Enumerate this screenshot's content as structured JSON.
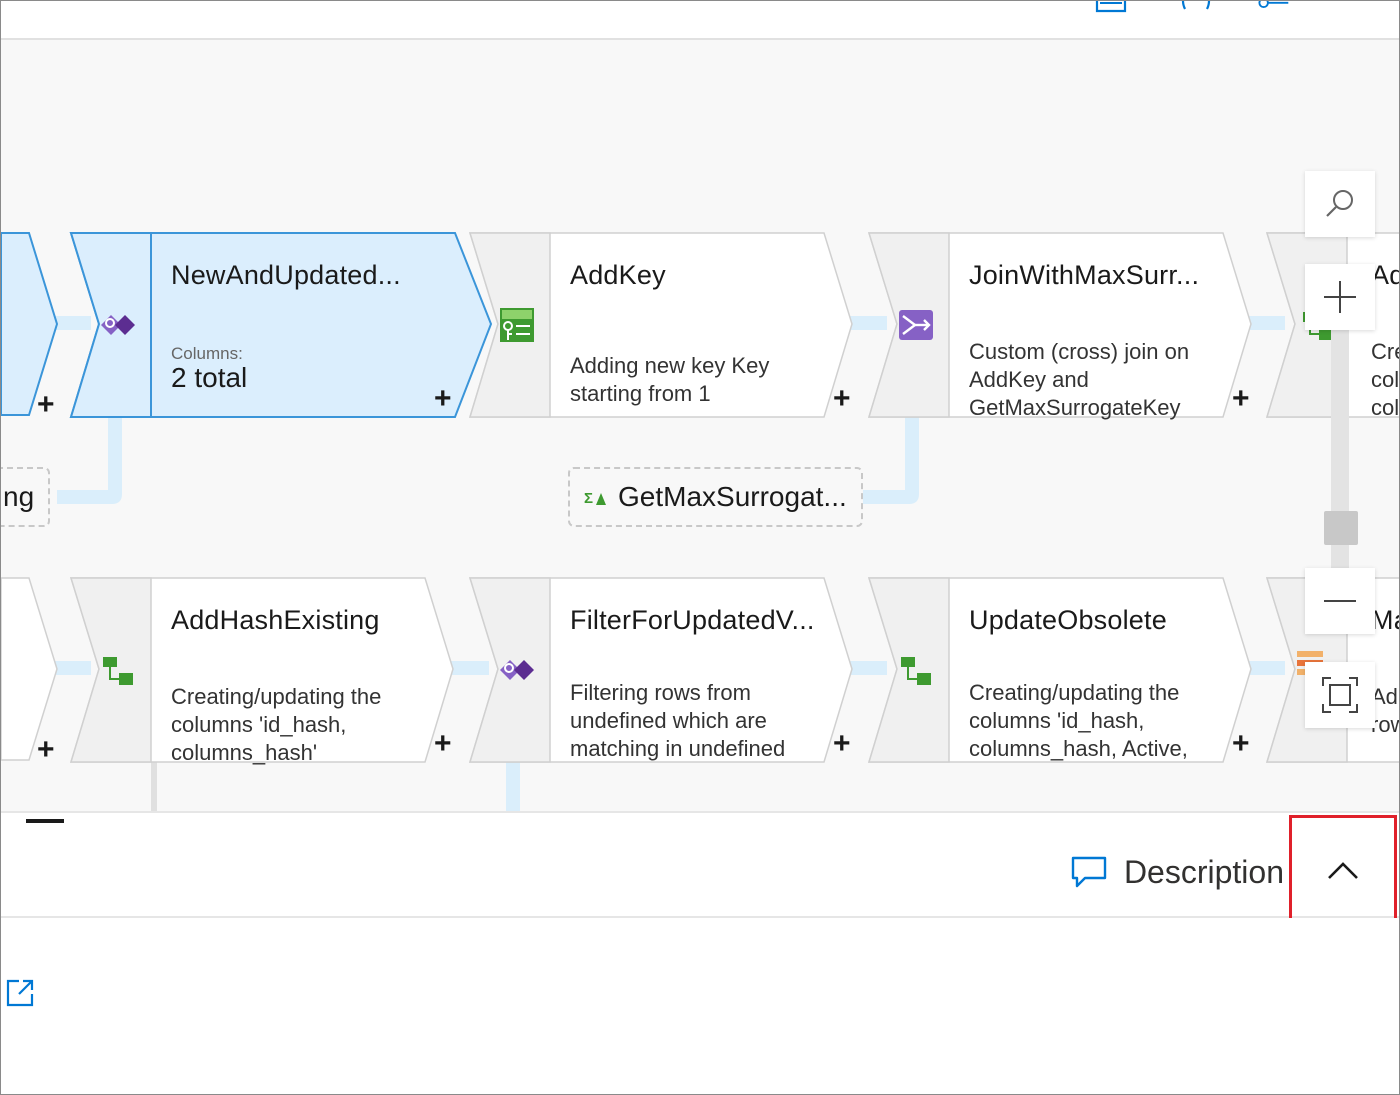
{
  "canvas": {
    "row1": [
      {
        "title": "NewAndUpdated...",
        "columns_label": "Columns:",
        "columns_value": "2 total",
        "icon": "filter-purple-icon",
        "selected": true
      },
      {
        "title": "AddKey",
        "description": "Adding new key Key starting from 1",
        "icon": "surrogate-key-green-icon"
      },
      {
        "title": "JoinWithMaxSurr...",
        "description": "Custom (cross) join on AddKey and GetMaxSurrogateKey",
        "icon": "join-purple-icon"
      },
      {
        "title": "Ad",
        "description": "Cre col col M",
        "icon": "derived-column-icon"
      }
    ],
    "row2": [
      {
        "title": "AddHashExisting",
        "description": "Creating/updating the columns 'id_hash, columns_hash'",
        "icon": "derived-column-icon"
      },
      {
        "title": "FilterForUpdatedV...",
        "description": "Filtering rows from undefined which are matching in undefined based on columns",
        "icon": "filter-purple-icon"
      },
      {
        "title": "UpdateObsolete",
        "description": "Creating/updating the columns 'id_hash, columns_hash, Active, ActiveEndTime'",
        "icon": "derived-column-icon"
      },
      {
        "title": "Ma",
        "description": "Ad row",
        "icon": "alter-row-icon"
      }
    ],
    "ref_nodes": [
      {
        "label": "ng"
      },
      {
        "label": "GetMaxSurrogat...",
        "icon": "aggregate-icon"
      }
    ],
    "plus_symbol": "+"
  },
  "bottom_pane": {
    "description_label": "Description",
    "description_icon": "comment-icon",
    "collapse_icon": "chevron-up-icon",
    "popout_icon": "open-in-new-window-icon"
  },
  "colors": {
    "accent": "#0078d4",
    "selected_fill": "#dbeefd",
    "selected_border": "#3b95d9",
    "connector": "#daeefb",
    "highlight_box": "#e0202a",
    "node_border": "#d0d0d0",
    "node_side": "#f0f0f0"
  }
}
